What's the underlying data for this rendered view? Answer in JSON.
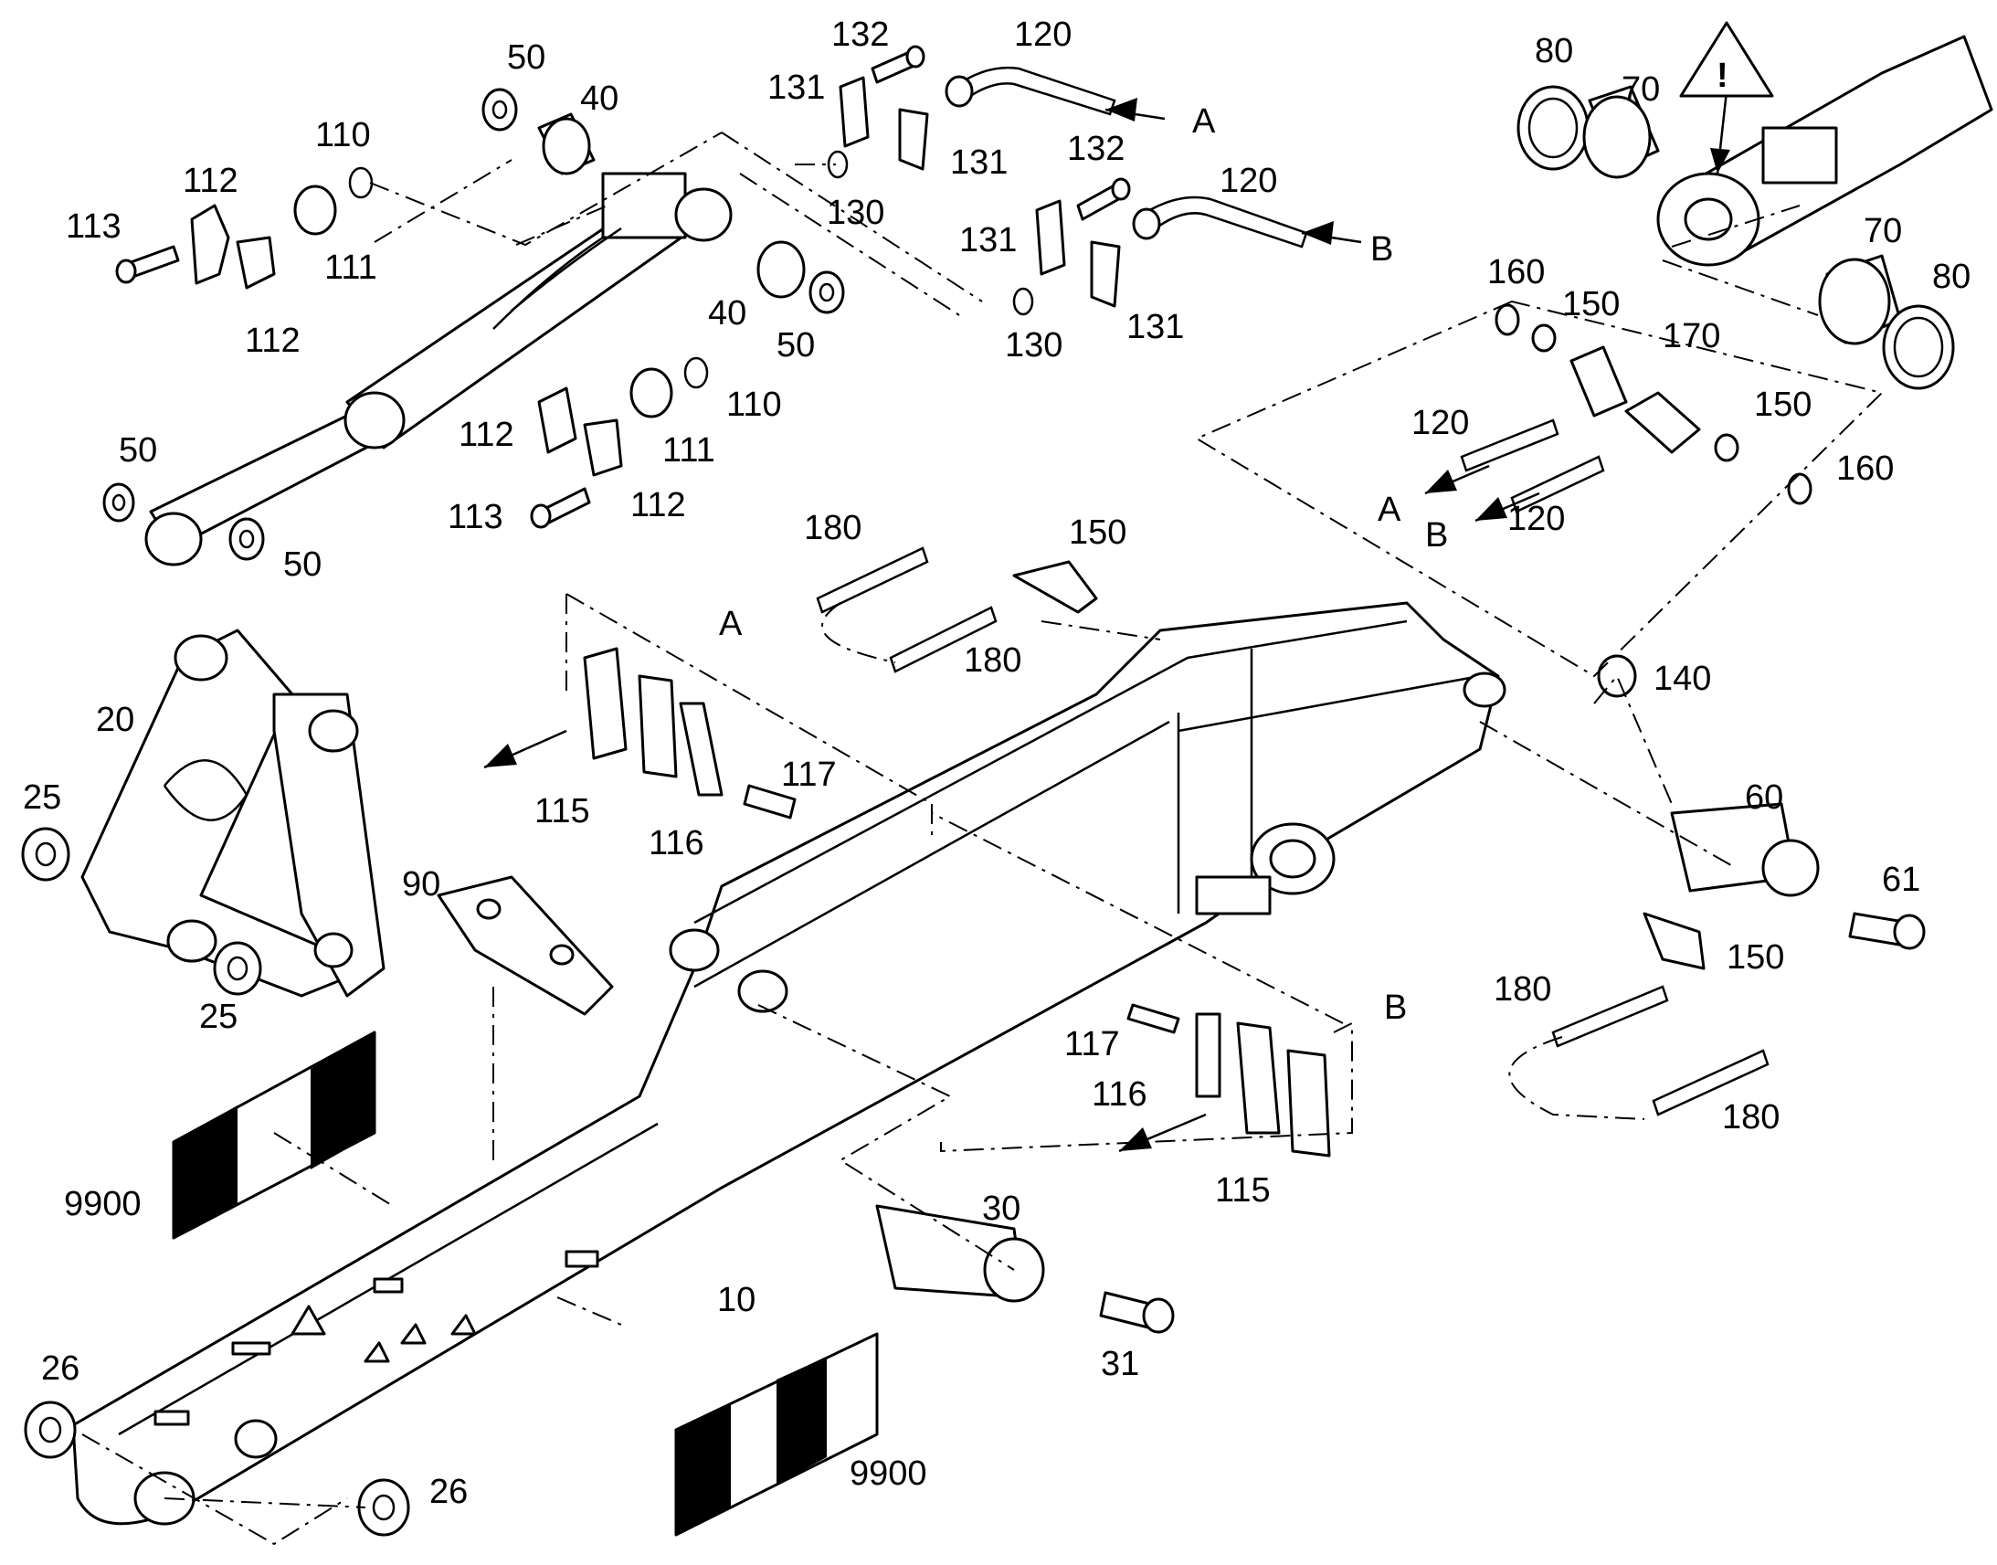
{
  "labels": {
    "l10": "10",
    "l20": "20",
    "l25a": "25",
    "l25b": "25",
    "l26a": "26",
    "l26b": "26",
    "l30": "30",
    "l31": "31",
    "l40a": "40",
    "l40b": "40",
    "l50a": "50",
    "l50b": "50",
    "l50c": "50",
    "l50d": "50",
    "l60": "60",
    "l61": "61",
    "l70a": "70",
    "l70b": "70",
    "l80a": "80",
    "l80b": "80",
    "l90": "90",
    "l110a": "110",
    "l110b": "110",
    "l111a": "111",
    "l111b": "111",
    "l112a": "112",
    "l112b": "112",
    "l112c": "112",
    "l112d": "112",
    "l113a": "113",
    "l113b": "113",
    "l115a": "115",
    "l115b": "115",
    "l116a": "116",
    "l116b": "116",
    "l117a": "117",
    "l117b": "117",
    "l120a": "120",
    "l120b": "120",
    "l120c": "120",
    "l120d": "120",
    "l130a": "130",
    "l130b": "130",
    "l131a": "131",
    "l131b": "131",
    "l131c": "131",
    "l131d": "131",
    "l132a": "132",
    "l132b": "132",
    "l140": "140",
    "l150a": "150",
    "l150b": "150",
    "l150c": "150",
    "l150d": "150",
    "l160a": "160",
    "l160b": "160",
    "l170": "170",
    "l180a": "180",
    "l180b": "180",
    "l180c": "180",
    "l180d": "180",
    "l9900a": "9900",
    "l9900b": "9900"
  },
  "port_markers": {
    "a1": "A",
    "b1": "B",
    "a2": "A",
    "b2": "B",
    "a3": "A",
    "b3": "B"
  },
  "warning": {
    "symbol": "!"
  },
  "icons": {
    "warning": "warning-triangle-icon",
    "flow_arrow": "arrow-icon"
  }
}
